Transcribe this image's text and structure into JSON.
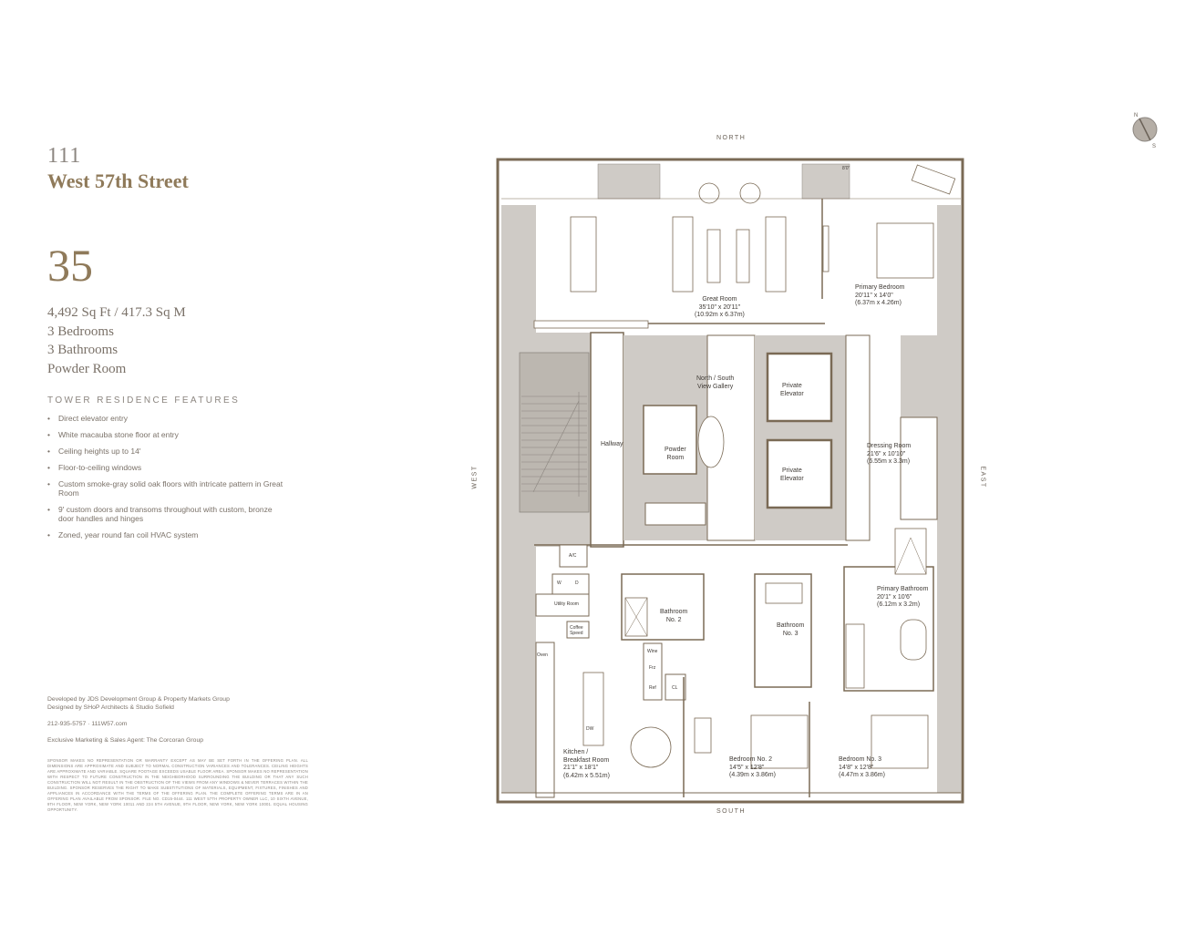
{
  "header": {
    "building_number": "111",
    "building_name": "West 57th Street",
    "unit": "35"
  },
  "stats": [
    "4,492 Sq Ft / 417.3 Sq M",
    "3 Bedrooms",
    "3 Bathrooms",
    "Powder Room"
  ],
  "features_title": "TOWER RESIDENCE FEATURES",
  "features": [
    "Direct elevator entry",
    "White macauba stone floor at entry",
    "Ceiling heights up to 14'",
    "Floor-to-ceiling windows",
    "Custom smoke-gray solid oak floors with intricate pattern in Great Room",
    "9' custom doors and transoms throughout with custom, bronze door handles and hinges",
    "Zoned, year round fan coil HVAC system"
  ],
  "credits": {
    "developer": "Developed by JDS Development Group & Property Markets Group",
    "designer": "Designed by SHoP Architects & Studio Sofield",
    "contact": "212-935-5757 · 111W57.com",
    "agent": "Exclusive Marketing & Sales Agent: The Corcoran Group"
  },
  "legal": "SPONSOR MAKES NO REPRESENTATION OR WARRANTY EXCEPT AS MAY BE SET FORTH IN THE OFFERING PLAN. ALL DIMENSIONS ARE APPROXIMATE AND SUBJECT TO NORMAL CONSTRUCTION VARIANCES AND TOLERANCES. CEILING HEIGHTS ARE APPROXIMATE AND VARIABLE. SQUARE FOOTAGE EXCEEDS USABLE FLOOR AREA. SPONSOR MAKES NO REPRESENTATION WITH RESPECT TO FUTURE CONSTRUCTION IN THE NEIGHBORHOOD SURROUNDING THE BUILDING OR THAT ANY SUCH CONSTRUCTION WILL NOT RESULT IN THE OBSTRUCTION OF THE VIEWS FROM ANY WINDOWS & NEVER TERRACES WITHIN THE BUILDING. SPONSOR RESERVES THE RIGHT TO MAKE SUBSTITUTIONS OF MATERIALS, EQUIPMENT, FIXTURES, FINISHES AND APPLIANCES IN ACCORDANCE WITH THE TERMS OF THE OFFERING PLAN. THE COMPLETE OFFERING TERMS ARE IN AN OFFERING PLAN AVAILABLE FROM SPONSOR. FILE NO. CD15-0444. 111 WEST 57TH PROPERTY OWNER LLC, 10 SIXTH AVENUE, 9TH FLOOR, NEW YORK, NEW YORK 10011 AND 224 5TH AVENUE, 9TH FLOOR, NEW YORK, NEW YORK 10001. EQUAL HOUSING OPPORTUNITY.",
  "compass": {
    "north": "NORTH",
    "south": "SOUTH",
    "east": "EAST",
    "west": "WEST",
    "rose_n": "N",
    "rose_s": "S"
  },
  "rooms": {
    "great_room": {
      "name": "Great Room",
      "dims": "35'10\" x 20'11\"",
      "metric": "(10.92m x 6.37m)"
    },
    "primary_bedroom": {
      "name": "Primary Bedroom",
      "dims": "20'11\" x 14'0\"",
      "metric": "(6.37m x 4.26m)"
    },
    "gallery": {
      "name": "North / South",
      "name2": "View Gallery"
    },
    "private_elevator_1": {
      "name": "Private",
      "name2": "Elevator"
    },
    "private_elevator_2": {
      "name": "Private",
      "name2": "Elevator"
    },
    "hallway": {
      "name": "Hallway"
    },
    "powder_room": {
      "name": "Powder",
      "name2": "Room"
    },
    "dressing_room": {
      "name": "Dressing Room",
      "dims": "21'6\" x 10'10\"",
      "metric": "(6.55m x 3.3m)"
    },
    "primary_bathroom": {
      "name": "Primary Bathroom",
      "dims": "20'1\" x 10'6\"",
      "metric": "(6.12m x 3.2m)"
    },
    "bathroom_2": {
      "name": "Bathroom",
      "name2": "No. 2"
    },
    "bathroom_3": {
      "name": "Bathroom",
      "name2": "No. 3"
    },
    "kitchen": {
      "name": "Kitchen /",
      "name2": "Breakfast Room",
      "dims": "21'1\" x 18'1\"",
      "metric": "(6.42m x 5.51m)"
    },
    "bedroom_2": {
      "name": "Bedroom No. 2",
      "dims": "14'5\" x 12'8\"",
      "metric": "(4.39m x 3.86m)"
    },
    "bedroom_3": {
      "name": "Bedroom No. 3",
      "dims": "14'8\" x 12'8\"",
      "metric": "(4.47m x 3.86m)"
    },
    "utility": {
      "name": "Utility Room"
    }
  },
  "fixtures": {
    "ac": "A/C",
    "washer": "W",
    "dryer": "D",
    "coffee": "Coffee",
    "coffee2": "Speed",
    "oven": "Oven",
    "wine": "Wine",
    "fridge": "Frz",
    "ref": "Ref",
    "closet": "CL",
    "dishwasher": "DW",
    "ceiling": "8'0\""
  }
}
